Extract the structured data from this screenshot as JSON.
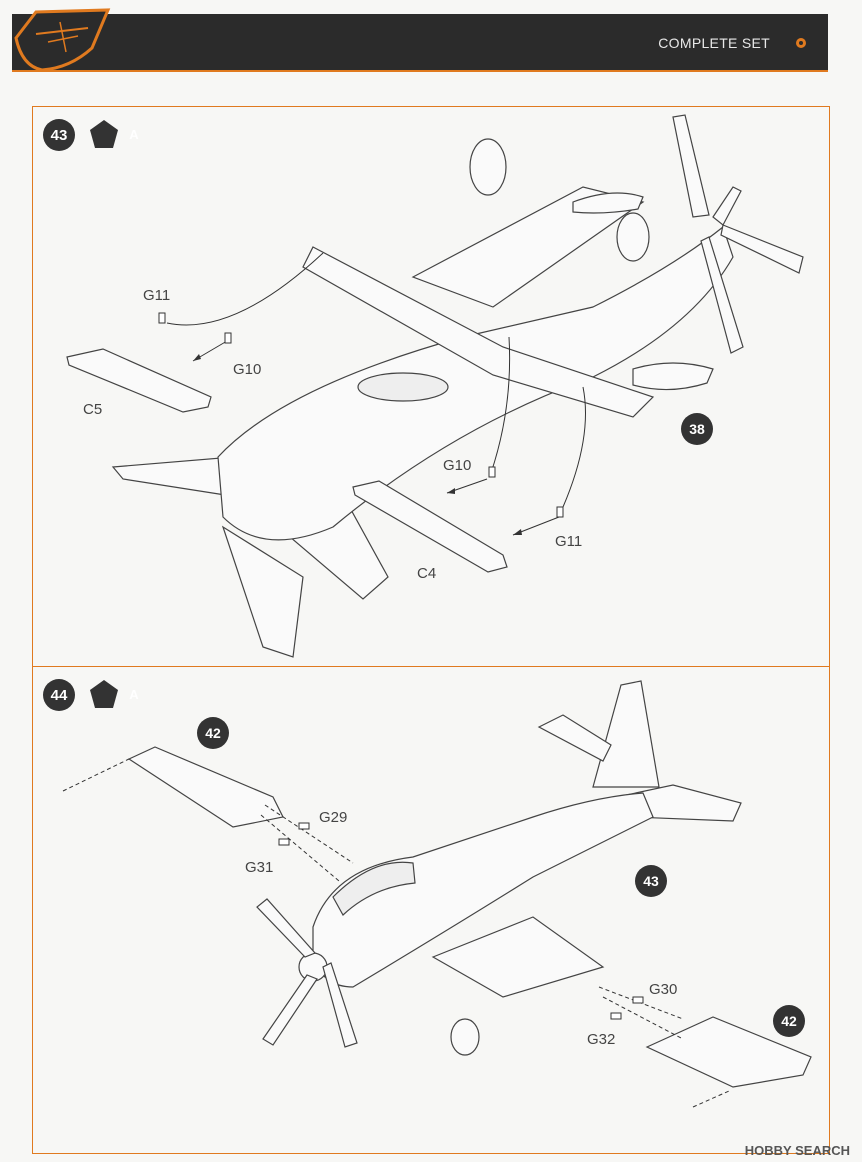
{
  "header": {
    "title": "COMPLETE SET"
  },
  "step43": {
    "number": "43",
    "badge": "A",
    "labels": {
      "g11_left": "G11",
      "g10_left": "G10",
      "c5": "C5",
      "g10_right": "G10",
      "g11_right": "G11",
      "c4": "C4"
    },
    "ref": "38"
  },
  "step44": {
    "number": "44",
    "badge": "A",
    "labels": {
      "g29": "G29",
      "g31": "G31",
      "g30": "G30",
      "g32": "G32"
    },
    "ref_top": "42",
    "ref_mid": "43",
    "ref_bottom": "42"
  },
  "watermark": {
    "text": "HOBBY SEARCH"
  },
  "colors": {
    "accent": "#e07a1f",
    "header_bg": "#2b2b2b"
  }
}
